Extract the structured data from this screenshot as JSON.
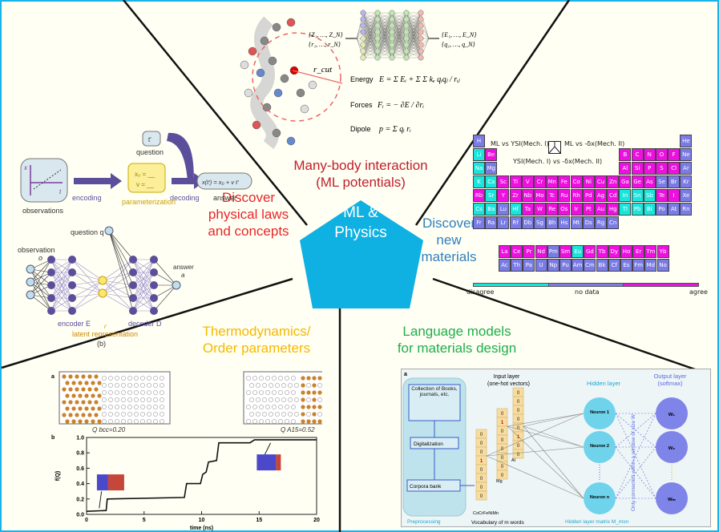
{
  "center": {
    "line1": "ML &",
    "line2": "Physics",
    "color": "#0fb0e2"
  },
  "sections": {
    "physical_laws": {
      "lines": [
        "Discover",
        "physical laws",
        "and concepts"
      ],
      "color": "#e8262a"
    },
    "many_body": {
      "lines": [
        "Many-body interaction",
        "(ML potentials)"
      ],
      "color": "#c0202a"
    },
    "materials": {
      "lines": [
        "Discover",
        "new",
        "materials"
      ],
      "color": "#2f7fbf"
    },
    "thermo": {
      "lines": [
        "Thermodynamics/",
        "Order parameters"
      ],
      "color": "#f5b800"
    },
    "language": {
      "lines": [
        "Language models",
        "for materials design"
      ],
      "color": "#1fae4a"
    }
  },
  "physical_laws_panel": {
    "question_token": "t'",
    "question": "question",
    "observations": "observations",
    "encoding": "encoding",
    "param_x0": "x₀ = __",
    "param_v": "v = __",
    "parameterization": "parameterization",
    "decoding": "decoding",
    "answer_eq": "x(t') = x₀ + v t'",
    "answer": "answer",
    "axis_x": "x",
    "axis_t": "t",
    "net_question": "question q",
    "net_observation": "observation",
    "net_o": "o",
    "net_answer": "answer",
    "net_a": "a",
    "encoder": "encoder E",
    "r": "r",
    "decoder": "decoder D",
    "latent": "latent representation",
    "sub": "(b)"
  },
  "many_body_panel": {
    "input1": "{Z₁, …, Z_N}",
    "input2": "{r₁, …, r_N}",
    "output1": "{E₁, …, E_N}",
    "output2": "{q₁, …, q_N}",
    "rcut": "r_cut",
    "energy_label": "Energy",
    "energy_eq": "E = Σ Eᵢ + Σ Σ kₑ qᵢqⱼ / rᵢⱼ",
    "forces_label": "Forces",
    "forces_eq": "Fᵢ = − ∂E / ∂rᵢ",
    "dipole_label": "Dipole",
    "dipole_eq": "p = Σ qᵢ rᵢ"
  },
  "materials_panel": {
    "legend1": "ML vs YSI(Mech. I)",
    "legend2": "ML vs -δx(Mech. II)",
    "legend3": "YSI(Mech. I) vs -δx(Mech. II)",
    "colorbar": {
      "left": "disagree",
      "mid": "no data",
      "right": "agree",
      "colors": [
        "#18e6dd",
        "#7b7be6",
        "#ee10e0"
      ]
    },
    "rows": [
      [
        "H",
        "",
        "",
        "",
        "",
        "",
        "",
        "",
        "",
        "",
        "",
        "",
        "",
        "",
        "",
        "",
        "",
        "He"
      ],
      [
        "Li",
        "Be",
        "",
        "",
        "",
        "",
        "",
        "",
        "",
        "",
        "",
        "",
        "B",
        "C",
        "N",
        "O",
        "F",
        "Ne"
      ],
      [
        "Na",
        "Mg",
        "",
        "",
        "",
        "",
        "",
        "",
        "",
        "",
        "",
        "",
        "Al",
        "Si",
        "P",
        "S",
        "Cl",
        "Ar"
      ],
      [
        "K",
        "Ca",
        "Sc",
        "Ti",
        "V",
        "Cr",
        "Mn",
        "Fe",
        "Co",
        "Ni",
        "Cu",
        "Zn",
        "Ga",
        "Ge",
        "As",
        "Se",
        "Br",
        "Kr"
      ],
      [
        "Rb",
        "Sr",
        "Y",
        "Zr",
        "Nb",
        "Mo",
        "Tc",
        "Ru",
        "Rh",
        "Pd",
        "Ag",
        "Cd",
        "In",
        "Sn",
        "Sb",
        "Te",
        "I",
        "Xe"
      ],
      [
        "Cs",
        "Ba",
        "Lu",
        "Hf",
        "Ta",
        "W",
        "Re",
        "Os",
        "Ir",
        "Pt",
        "Au",
        "Hg",
        "Tl",
        "Pb",
        "Bi",
        "Po",
        "At",
        "Rn"
      ],
      [
        "Fr",
        "Ra",
        "Lr",
        "Rf",
        "Db",
        "Sg",
        "Bh",
        "Hs",
        "Mt",
        "Ds",
        "Rg",
        "Cn",
        "",
        "",
        "",
        "",
        "",
        ""
      ]
    ],
    "row_status": [
      [
        "n",
        "",
        "",
        "",
        "",
        "",
        "",
        "",
        "",
        "",
        "",
        "",
        "",
        "",
        "",
        "",
        "",
        "n"
      ],
      [
        "c",
        "a",
        "",
        "",
        "",
        "",
        "",
        "",
        "",
        "",
        "",
        "",
        "a",
        "a",
        "a",
        "a",
        "a",
        "n"
      ],
      [
        "c",
        "n",
        "",
        "",
        "",
        "",
        "",
        "",
        "",
        "",
        "",
        "",
        "a",
        "a",
        "a",
        "a",
        "a",
        "n"
      ],
      [
        "c",
        "c",
        "a",
        "a",
        "a",
        "a",
        "a",
        "a",
        "a",
        "a",
        "a",
        "a",
        "a",
        "a",
        "a",
        "n",
        "n",
        "n"
      ],
      [
        "a",
        "c",
        "a",
        "a",
        "a",
        "a",
        "a",
        "a",
        "a",
        "a",
        "a",
        "a",
        "c",
        "c",
        "c",
        "a",
        "a",
        "n"
      ],
      [
        "c",
        "c",
        "n",
        "c",
        "a",
        "a",
        "a",
        "a",
        "a",
        "a",
        "a",
        "a",
        "c",
        "c",
        "c",
        "n",
        "n",
        "n"
      ],
      [
        "n",
        "n",
        "n",
        "n",
        "n",
        "n",
        "n",
        "n",
        "n",
        "n",
        "n",
        "n",
        "",
        "",
        "",
        "",
        "",
        ""
      ]
    ],
    "lanthanides": [
      "La",
      "Ce",
      "Pr",
      "Nd",
      "Pm",
      "Sm",
      "Eu",
      "Gd",
      "Tb",
      "Dy",
      "Ho",
      "Er",
      "Tm",
      "Yb"
    ],
    "lanthanide_status": [
      "a",
      "a",
      "a",
      "a",
      "n",
      "a",
      "c",
      "a",
      "a",
      "a",
      "a",
      "a",
      "a",
      "a"
    ],
    "actinides": [
      "Ac",
      "Th",
      "Pa",
      "U",
      "Np",
      "Pu",
      "Am",
      "Cm",
      "Bk",
      "Cf",
      "Es",
      "Fm",
      "Md",
      "No"
    ],
    "actinide_status": [
      "n",
      "n",
      "n",
      "n",
      "n",
      "n",
      "n",
      "n",
      "n",
      "n",
      "n",
      "n",
      "n",
      "n"
    ]
  },
  "thermo_panel": {
    "label_a": "a",
    "label_b": "b",
    "q_bcc": "Q bcc=0.20",
    "q_a15": "Q A15=0.52",
    "chart_data": {
      "type": "line",
      "xlabel": "time (ns)",
      "ylabel": "f(Q)",
      "xlim": [
        0,
        20
      ],
      "ylim": [
        0,
        1.0
      ],
      "xticks": [
        "0",
        "5",
        "10",
        "15",
        "20"
      ],
      "yticks": [
        "0.0",
        "0.2",
        "0.4",
        "0.6",
        "0.8",
        "1.0"
      ],
      "series": [
        {
          "name": "f(Q)",
          "x": [
            0,
            1.7,
            1.8,
            8.5,
            8.7,
            9.9,
            10.1,
            10.4,
            10.6,
            11.3,
            11.5,
            14.2,
            14.6,
            20
          ],
          "y": [
            0.04,
            0.05,
            0.2,
            0.22,
            0.4,
            0.4,
            0.52,
            0.55,
            0.68,
            0.7,
            0.93,
            0.93,
            0.97,
            0.97
          ]
        }
      ]
    }
  },
  "language_panel": {
    "label_a": "a",
    "collection": "Collection of Books, journals, etc.",
    "digitalization": "Digitalization",
    "corpora": "Corpora bank",
    "preprocessing": "Preprocessing",
    "input_layer": "Input layer",
    "input_layer_sub": "(one-hot vectors)",
    "word1": "CoCrFeNiMn",
    "word2": "Mg",
    "word3": "Al",
    "vocab": "Vocabulary of m words",
    "vec1": [
      "0",
      "0",
      "0",
      "1",
      "0",
      "0",
      "0",
      "0"
    ],
    "vec2": [
      "0",
      "1",
      "0",
      "0",
      "0",
      "0",
      "0",
      "0"
    ],
    "vec3": [
      "0",
      "0",
      "0",
      "0",
      "0",
      "1",
      "0",
      "0"
    ],
    "hidden_layer": "Hidden layer",
    "neuron1": "Neuron 1",
    "neuron2": "Neuron 2",
    "neuron_n": "Neuron n",
    "window": "Only connected within a window of size W",
    "hidden_matrix": "Hidden layer matrix M_mxn",
    "output_layer": "Output layer",
    "output_layer_sub": "(softmax)",
    "w1": "w₁",
    "w2": "w₂",
    "wm": "wₘ"
  }
}
